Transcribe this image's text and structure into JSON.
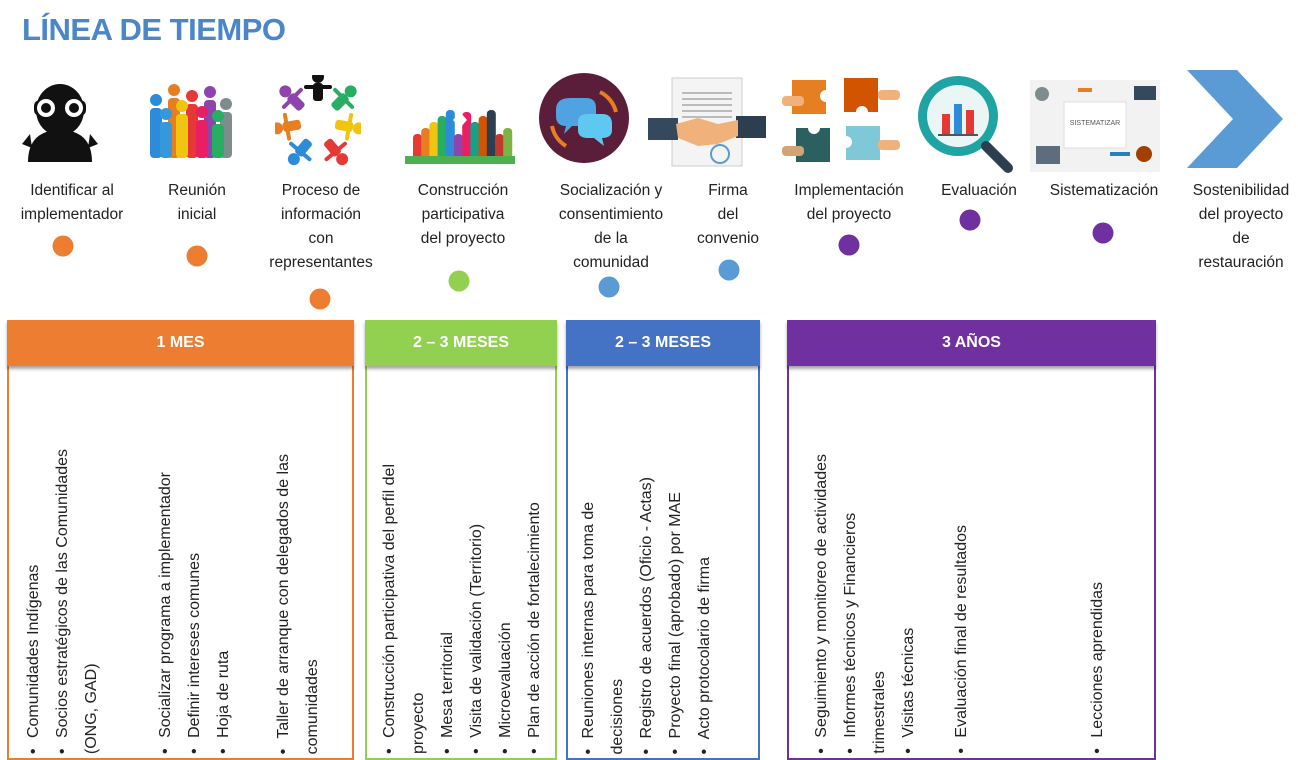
{
  "title": "LÍNEA DE TIEMPO",
  "colors": {
    "title": "#4a86c8",
    "orange": "#ed7d31",
    "green": "#92d050",
    "blue": "#4472c4",
    "dot_blue": "#5b9bd5",
    "purple": "#7030a0"
  },
  "steps": [
    {
      "label": "Identificar al\nimplementador",
      "icon": "binoculars-person-icon",
      "dot_color": "#ed7d31"
    },
    {
      "label": "Reunión\ninicial",
      "icon": "group-people-icon",
      "dot_color": "#ed7d31"
    },
    {
      "label": "Proceso de\ninformación\ncon\nrepresentantes",
      "icon": "people-circle-icon",
      "dot_color": "#ed7d31"
    },
    {
      "label": "Construcción\nparticipativa\ndel proyecto",
      "icon": "raised-hands-icon",
      "dot_color": "#92d050"
    },
    {
      "label": "Socialización y\nconsentimiento\nde la\ncomunidad",
      "icon": "chat-bubbles-icon",
      "dot_color": "#5b9bd5"
    },
    {
      "label": "Firma\ndel\nconvenio",
      "icon": "handshake-icon",
      "dot_color": "#5b9bd5"
    },
    {
      "label": "Implementación\ndel proyecto",
      "icon": "puzzle-hands-icon",
      "dot_color": "#7030a0"
    },
    {
      "label": "Evaluación",
      "icon": "magnifier-chart-icon",
      "dot_color": "#7030a0"
    },
    {
      "label": "Sistematización",
      "icon": "desk-sistematizar-icon",
      "dot_color": "#7030a0"
    },
    {
      "label": "Sostenibilidad\ndel proyecto\nde\nrestauración",
      "icon": "chevron-arrow-icon",
      "dot_color": ""
    }
  ],
  "sistematizar_text": "SISTEMATIZAR",
  "phases": [
    {
      "header": "1 MES",
      "color": "#ed7d31",
      "columns": [
        [
          "Comunidades Indígenas",
          "Socios estratégicos de las Comunidades\n(ONG, GAD)"
        ],
        [
          "Socializar programa a implementador",
          "Definir intereses comunes",
          "Hoja de ruta"
        ],
        [
          "Taller de arranque con delegados de las\ncomunidades"
        ]
      ]
    },
    {
      "header": "2 – 3 MESES",
      "color": "#92d050",
      "columns": [
        [
          "Construcción participativa del perfil del\nproyecto",
          "Mesa territorial",
          "Visita de validación (Territorio)",
          "Microevaluación",
          "Plan de acción de fortalecimiento"
        ]
      ]
    },
    {
      "header": "2 – 3 MESES",
      "color": "#4472c4",
      "columns": [
        [
          "Reuniones internas para toma de\ndecisiones",
          "Registro de acuerdos (Oficio - Actas)",
          "Proyecto final (aprobado) por MAE",
          "Acto protocolario de firma"
        ]
      ]
    },
    {
      "header": "3 AÑOS",
      "color": "#7030a0",
      "columns": [
        [
          "Seguimiento y monitoreo de actividades",
          "Informes técnicos y Financieros\ntrimestrales",
          "Visitas técnicas"
        ],
        [
          "Evaluación final de resultados"
        ],
        [
          "Lecciones aprendidas"
        ]
      ]
    }
  ]
}
